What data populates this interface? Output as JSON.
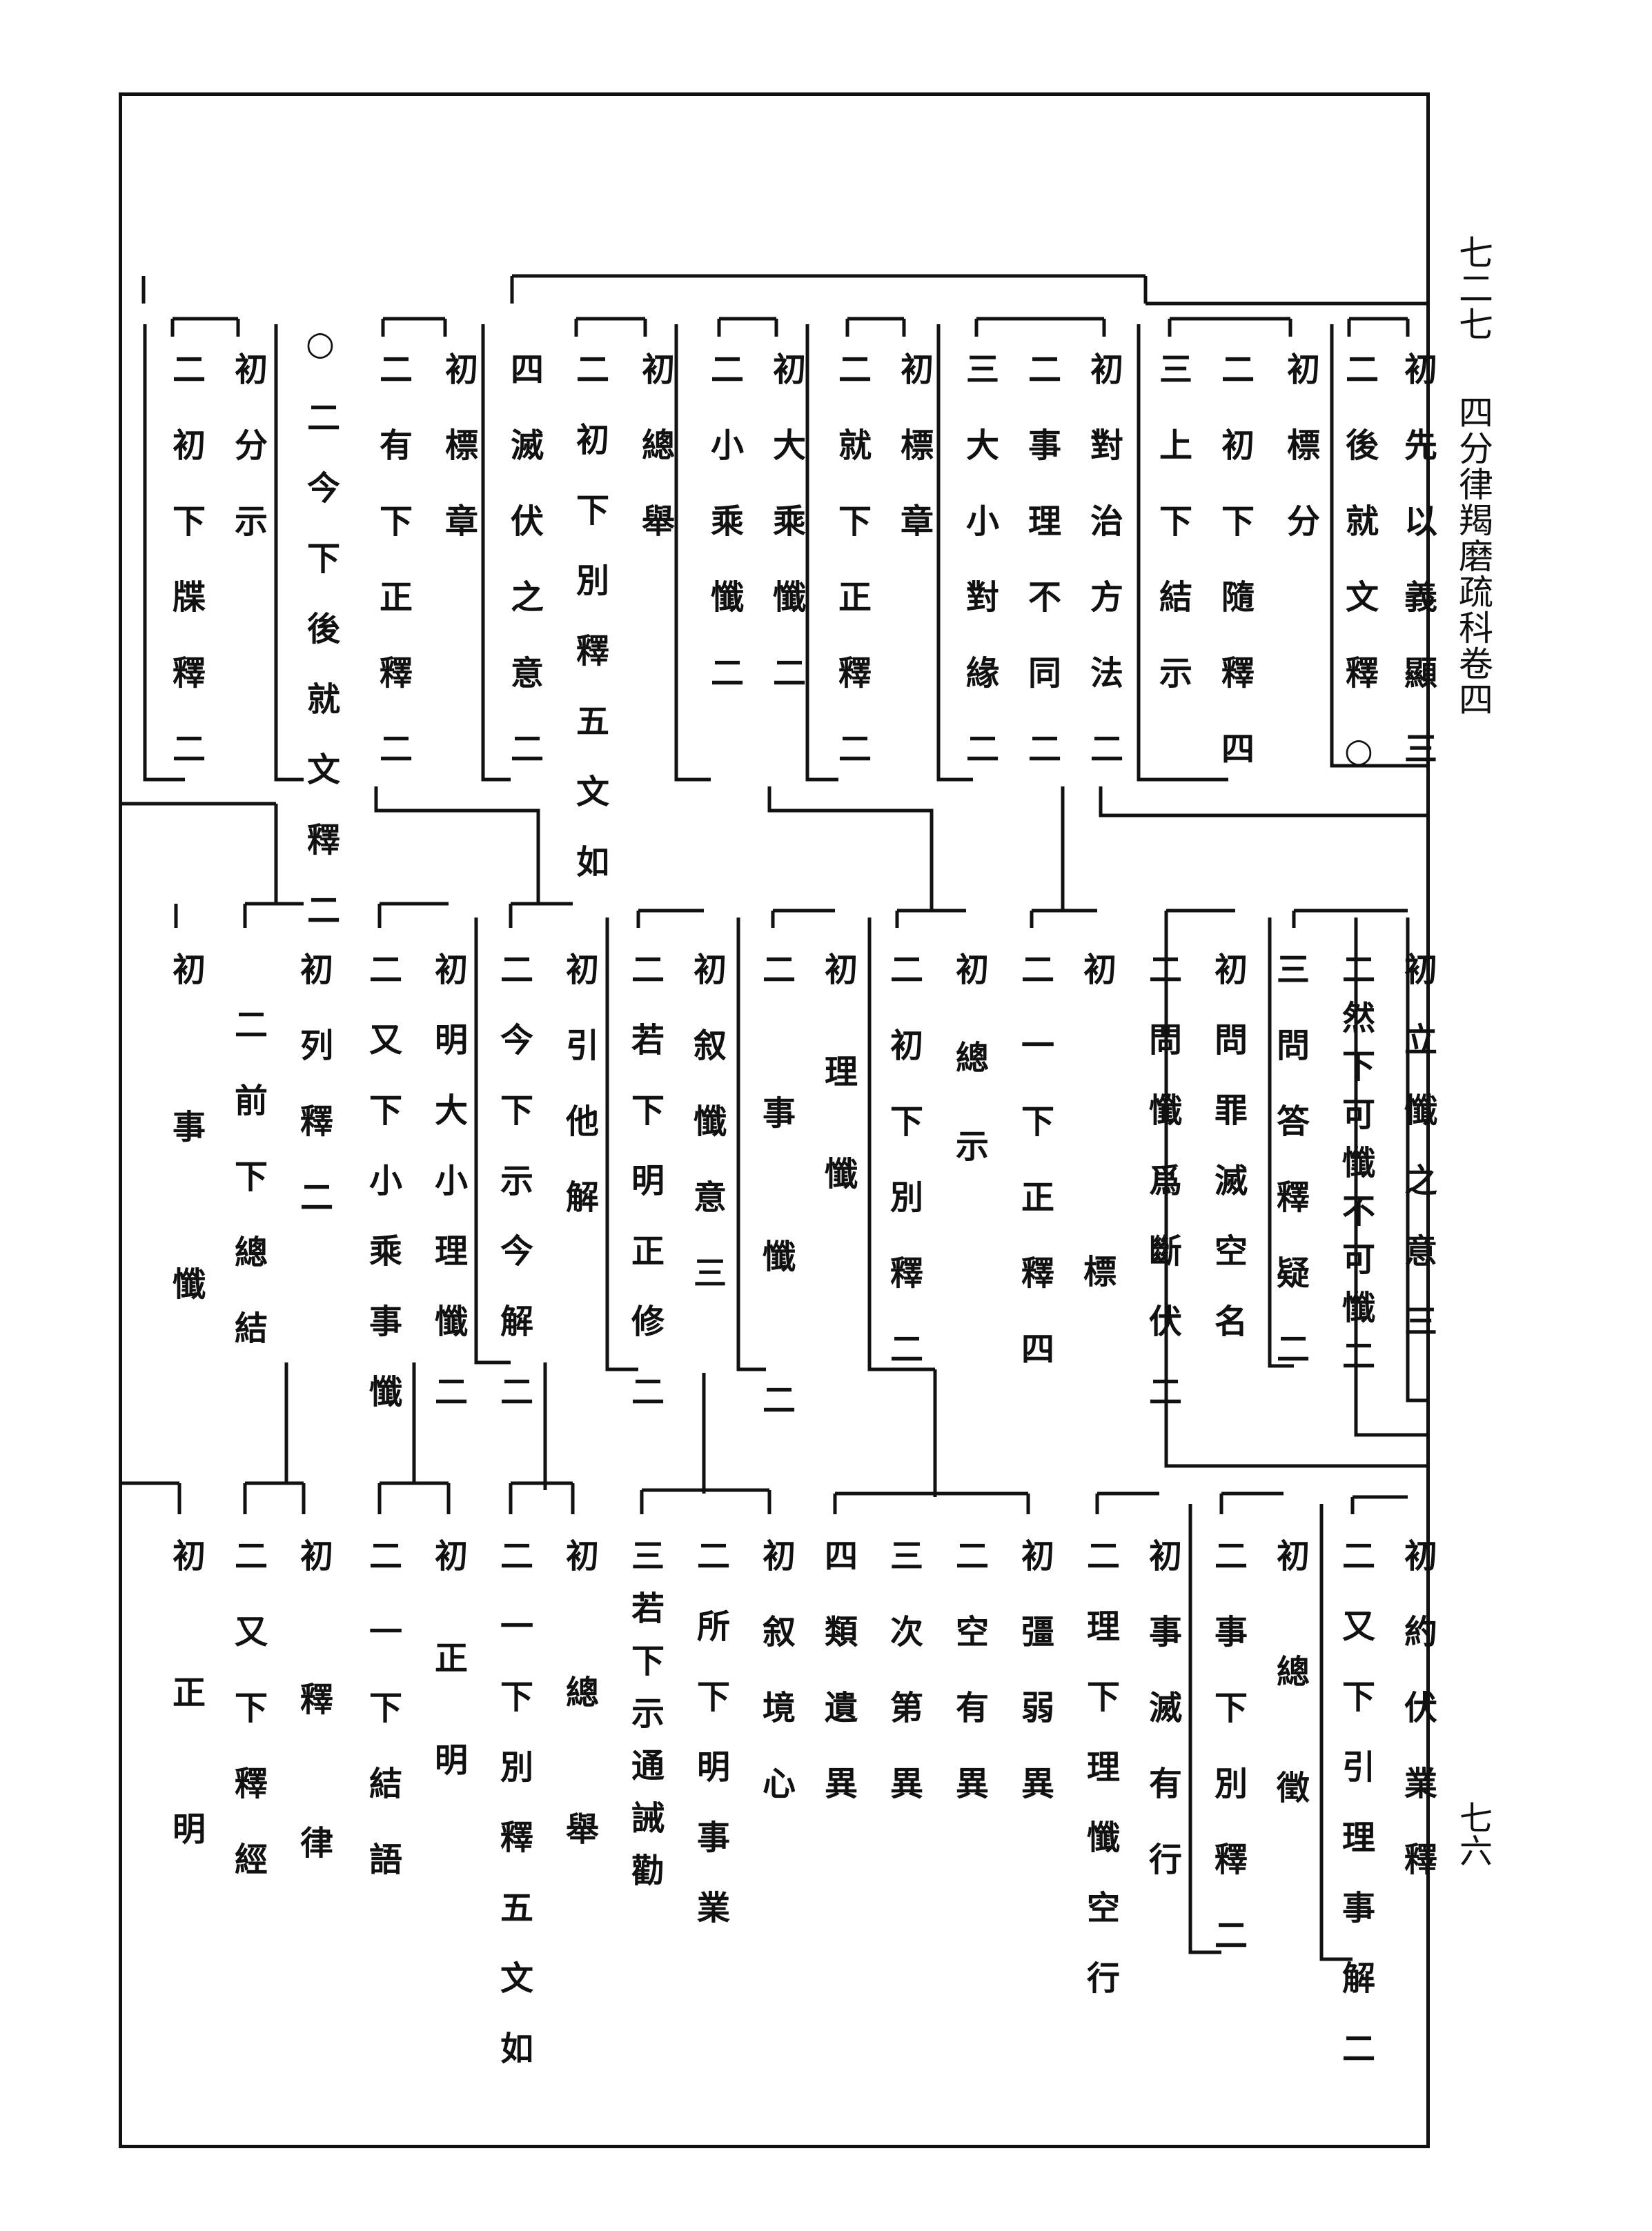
{
  "header": {
    "title": "四分律羯磨疏科卷四",
    "volume": "七二七",
    "page": "七六"
  },
  "rows": [
    {
      "id": "top",
      "columns": [
        {
          "text": "初先以義顯三"
        },
        {
          "text": "二後就文釋○"
        },
        {
          "text": "初標分"
        },
        {
          "text": "二初下隨釋四"
        },
        {
          "text": "三上下結示"
        },
        {
          "text": "初對治方法二"
        },
        {
          "text": "二事理不同二"
        },
        {
          "text": "三大小對緣二"
        },
        {
          "text": "初標章"
        },
        {
          "text": "二就下正釋二"
        },
        {
          "text": "初大乘懺二"
        },
        {
          "text": "二小乘懺二"
        },
        {
          "text": "初總舉"
        },
        {
          "text": "二初下別釋五文如"
        },
        {
          "text": "四滅伏之意二"
        },
        {
          "text": "初標章"
        },
        {
          "text": "二有下正釋二"
        },
        {
          "text": "○二今下後就文釋二"
        },
        {
          "text": "初分示"
        },
        {
          "text": "二初下牒釋二"
        }
      ]
    },
    {
      "id": "middle",
      "columns": [
        {
          "text": "初立懺之意三"
        },
        {
          "text": "二然下可懺不可懺二"
        },
        {
          "text": "三問答釋疑二"
        },
        {
          "text": "初問罪滅空名"
        },
        {
          "text": "二問懺爲斷伏二"
        },
        {
          "text": "初標"
        },
        {
          "text": "二一下正釋四"
        },
        {
          "text": "初總示"
        },
        {
          "text": "二初下別釋二"
        },
        {
          "text": "初理懺"
        },
        {
          "text": "二事懺二"
        },
        {
          "text": "初叙懺意三"
        },
        {
          "text": "二若下明正修二"
        },
        {
          "text": "初引他解"
        },
        {
          "text": "二今下示今解二"
        },
        {
          "text": "初明大小理懺二"
        },
        {
          "text": "二又下小乘事懺"
        },
        {
          "text": "初列釋二"
        },
        {
          "text": "二前下總結"
        },
        {
          "text": "初事懺"
        }
      ]
    },
    {
      "id": "bottom",
      "columns": [
        {
          "text": "初約伏業釋"
        },
        {
          "text": "二又下引理事解二"
        },
        {
          "text": "初總徵"
        },
        {
          "text": "二事下別釋二"
        },
        {
          "text": "初事滅有行"
        },
        {
          "text": "二理下理懺空行"
        },
        {
          "text": "初彊弱異"
        },
        {
          "text": "二空有異"
        },
        {
          "text": "三次第異"
        },
        {
          "text": "四類遺異"
        },
        {
          "text": "初叙境心"
        },
        {
          "text": "二所下明事業"
        },
        {
          "text": "三若下示通誡勸"
        },
        {
          "text": "初總舉"
        },
        {
          "text": "二一下別釋五文如"
        },
        {
          "text": "初正明"
        },
        {
          "text": "二一下結語"
        },
        {
          "text": "初釋律"
        },
        {
          "text": "二又下釋經"
        },
        {
          "text": "初正明"
        }
      ]
    }
  ]
}
